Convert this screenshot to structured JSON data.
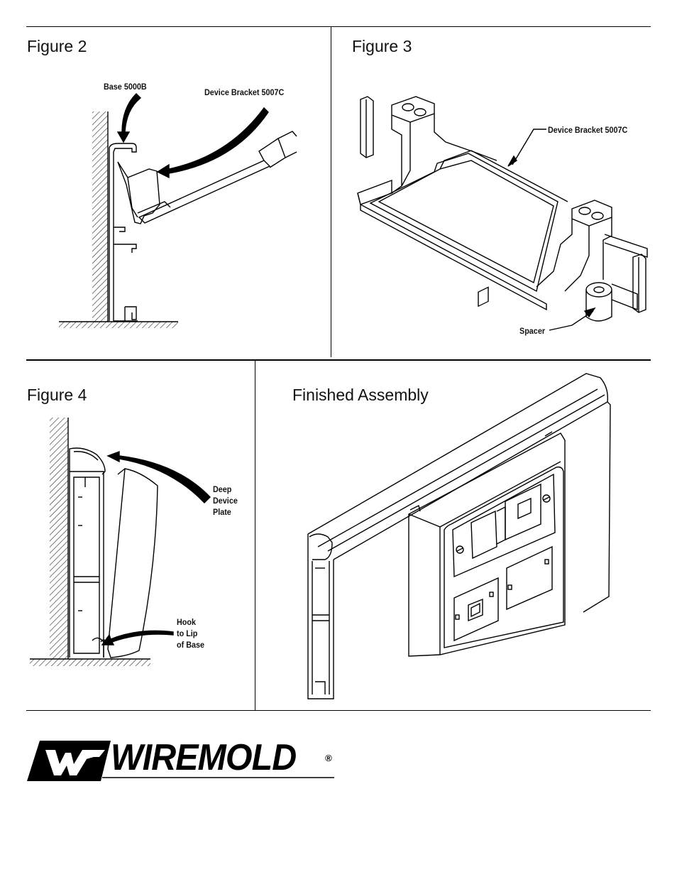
{
  "figures": {
    "fig2": {
      "title": "Figure 2",
      "base_label": "Base 5000B",
      "bracket_label": "Device Bracket 5007C"
    },
    "fig3": {
      "title": "Figure 3",
      "bracket_label": "Device Bracket 5007C",
      "spacer_label": "Spacer"
    },
    "fig4": {
      "title": "Figure 4",
      "plate_label": [
        "Deep",
        "Device",
        "Plate"
      ],
      "hook_label": [
        "Hook",
        "to Lip",
        "of Base"
      ]
    },
    "assembly": {
      "title": "Finished Assembly"
    }
  },
  "brand": {
    "name": "WIREMOLD",
    "registered_mark": "®"
  },
  "colors": {
    "ink": "#000000",
    "paper": "#ffffff",
    "hatch": "#333333"
  }
}
